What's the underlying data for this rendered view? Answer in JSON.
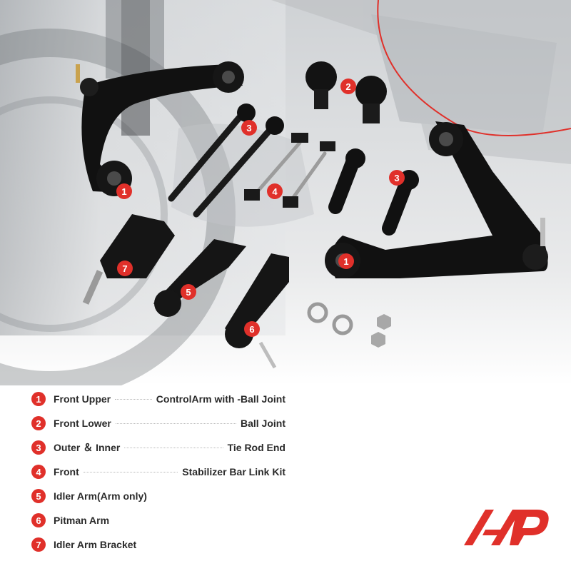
{
  "brand": {
    "accent": "#e0302a"
  },
  "legend": [
    {
      "num": "1",
      "left": "Front Upper",
      "right": "ControlArm with -Ball Joint"
    },
    {
      "num": "2",
      "left": "Front Lower",
      "right": "Ball Joint"
    },
    {
      "num": "3",
      "left": "Outer ＆ Inner",
      "right": "Tie Rod End"
    },
    {
      "num": "4",
      "left": "Front",
      "right": "Stabilizer Bar Link Kit"
    },
    {
      "num": "5",
      "left": "Idler Arm(Arm only)",
      "right": ""
    },
    {
      "num": "6",
      "left": "Pitman Arm",
      "right": ""
    },
    {
      "num": "7",
      "left": "Idler Arm Bracket",
      "right": ""
    }
  ],
  "callouts": [
    "1",
    "2",
    "3",
    "4",
    "3",
    "1",
    "7",
    "5",
    "6"
  ]
}
